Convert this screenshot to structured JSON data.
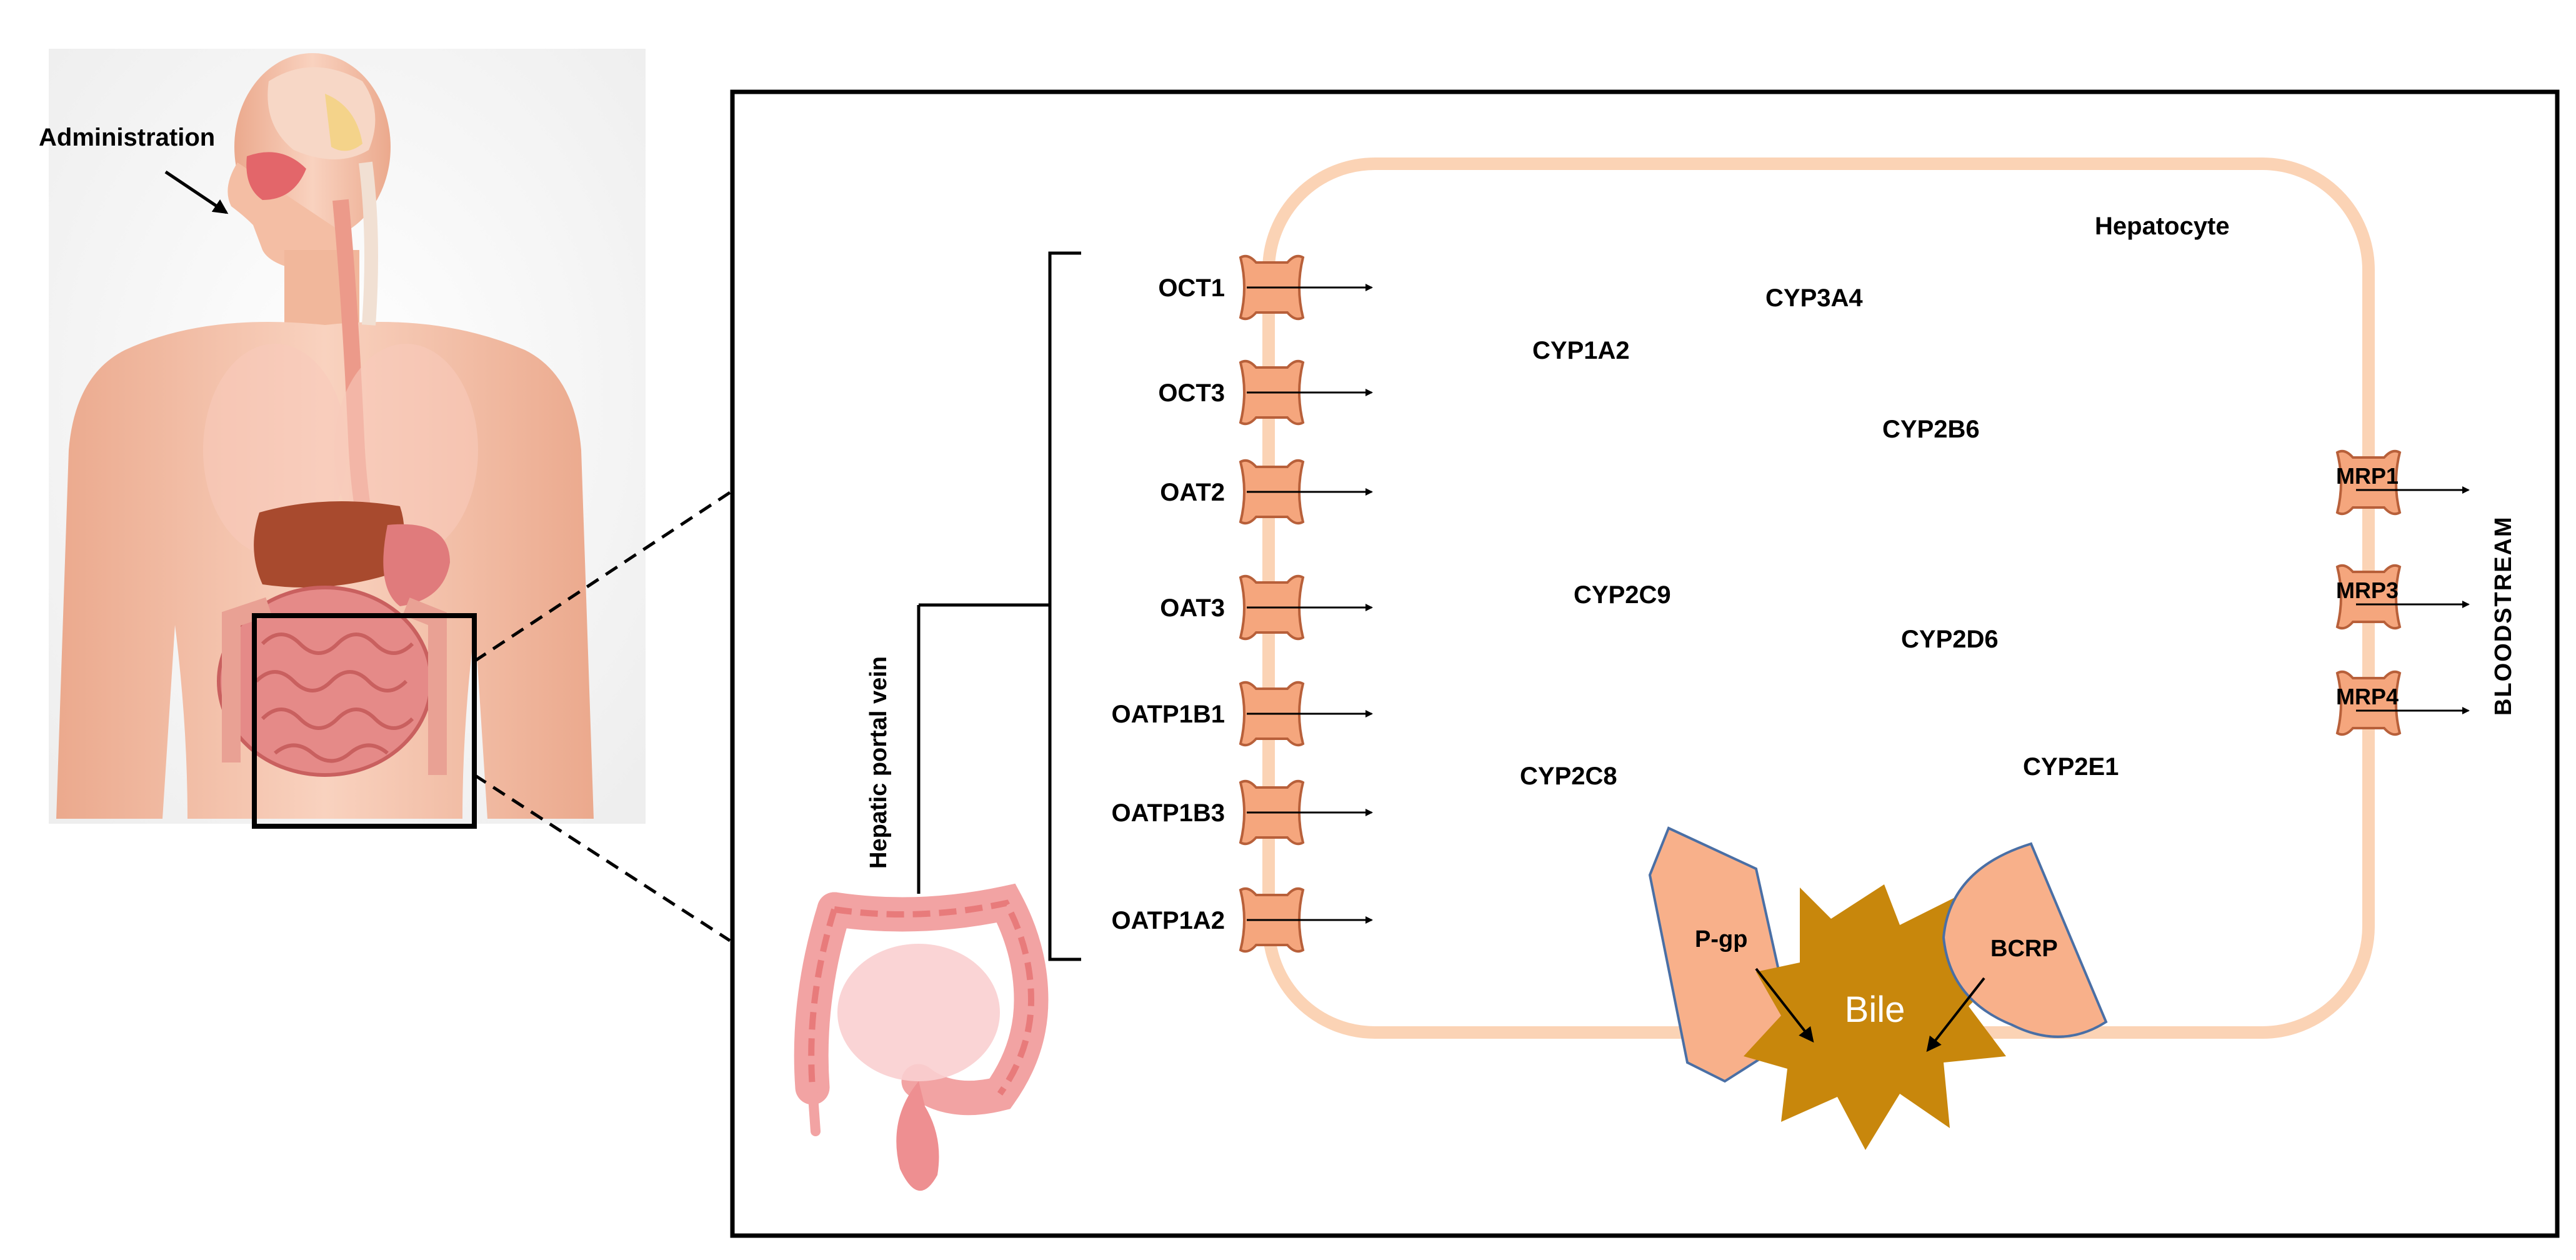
{
  "figure": {
    "body_panel": {
      "administration_label": "Administration"
    },
    "portal": {
      "vein_label": "Hepatic portal vein"
    },
    "hepatocyte": {
      "label": "Hepatocyte",
      "uptake_transporters": [
        "OCT1",
        "OCT3",
        "OAT2",
        "OAT3",
        "OATP1B1",
        "OATP1B3",
        "OATP1A2"
      ],
      "efflux_transporters": [
        "MRP1",
        "MRP3",
        "MRP4"
      ],
      "enzymes": [
        "CYP3A4",
        "CYP1A2",
        "CYP2B6",
        "CYP2C9",
        "CYP2D6",
        "CYP2C8",
        "CYP2E1"
      ],
      "bile_label": "Bile",
      "canalicular_transporters": [
        "P-gp",
        "BCRP"
      ]
    },
    "bloodstream_label": "BLOODSTREAM"
  },
  "colors": {
    "membrane": "#fbd3b5",
    "transporter_fill": "#f5a67d",
    "transporter_stroke": "#b8603a",
    "bile": "#c8870c",
    "canalicular_fill": "#f8b08a",
    "canalicular_stroke": "#4a6fa5",
    "skin": "#f6c6ae",
    "intestine": "#e58a88"
  }
}
